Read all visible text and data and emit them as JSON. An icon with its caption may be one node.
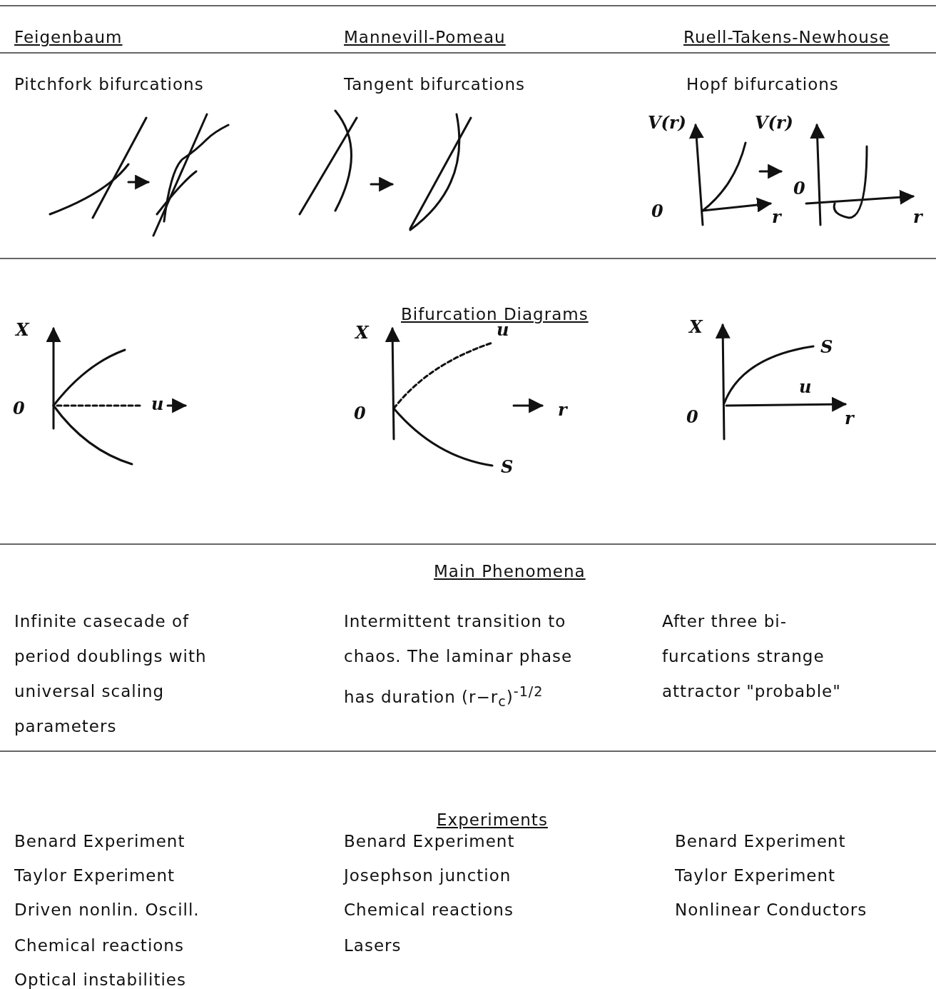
{
  "diagram": {
    "labels": [
      "Feigenbaum",
      "Mannevill-Pomeau",
      "Ruell-Takens-Newhouse",
      "Pitchfork bifurcations",
      "Tangent bifurcations",
      "Hopf bifurcations",
      "V(r)",
      "0",
      "r",
      "V(r)",
      "0",
      "r",
      "Bifurcation Diagrams",
      "X",
      "0",
      "u",
      "X",
      "u",
      "0",
      "r",
      "S",
      "X",
      "S",
      "0",
      "u",
      "r",
      "Main Phenomena",
      "Infinite casecade of period doublings with universal scaling parameters",
      "Intermittent transition to chaos.  The laminar phase has duration (r−r$_{c}$)$^{-1/2}$",
      "After three bi- furcations strange attractor \"probable\"",
      "Experiments",
      "Benard Experiment",
      "Benard Experiment",
      "Benard Experiment",
      "Taylor Experiment",
      "Josephson junction",
      "Taylor Experiment",
      "Driven nonlin. Oscill.",
      "Chemical reactions",
      "Nonlinear Conductors",
      "Chemical reactions",
      "Lasers",
      "Optical instabilities"
    ]
  }
}
